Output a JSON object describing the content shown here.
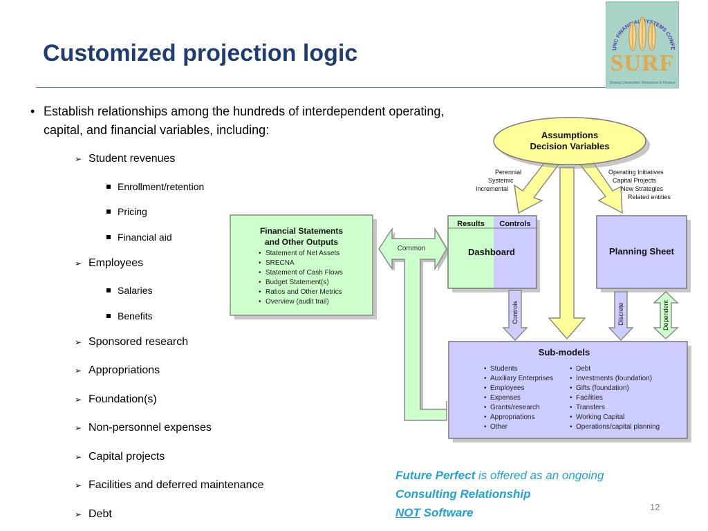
{
  "slide": {
    "title": "Customized projection logic",
    "page_number": "12"
  },
  "logo": {
    "arc_text": "UNC FINANCIAL SYSTEMS CONFERENCE",
    "word": "SURF",
    "tagline": "Sharing Universities' Resources in Finance"
  },
  "body": {
    "main_bullet_symbol": "•",
    "main_bullet": "Establish relationships among the hundreds of interdependent operating, capital, and financial variables, including:",
    "level2_symbol": "➢",
    "items": [
      "Student revenues",
      "Enrollment/retention",
      "Pricing",
      "Financial aid",
      "Employees",
      "Salaries",
      "Benefits",
      "Sponsored research",
      "Appropriations",
      "Foundation(s)",
      "Non-personnel expenses",
      "Capital projects",
      "Facilities and deferred maintenance",
      "Debt"
    ]
  },
  "diagram": {
    "assumptions_line1": "Assumptions",
    "assumptions_line2": "Decision Variables",
    "left_arrow_labels": [
      "Perennial",
      "Systemic",
      "Incremental"
    ],
    "right_arrow_labels": [
      "Operating Initiatives",
      "Capital Projects",
      "New Strategies",
      "Related entities"
    ],
    "financial_title_1": "Financial Statements",
    "financial_title_2": "and Other Outputs",
    "financial_items": [
      "Statement of Net Assets",
      "SRECNA",
      "Statement of Cash Flows",
      "Budget Statement(s)",
      "Ratios and Other Metrics",
      "Overview (audit trail)"
    ],
    "common_label": "Common",
    "results_label": "Results",
    "controls_label": "Controls",
    "dashboard_label": "Dashboard",
    "planning_label": "Planning Sheet",
    "controls_arrow_label": "Controls",
    "discrete_label": "Discrete",
    "dependent_label": "Dependent",
    "submodels_title": "Sub-models",
    "submodels_left": [
      "Students",
      "Auxiliary Enterprises",
      "Employees",
      "Expenses",
      "Grants/research",
      "Appropriations",
      "Other"
    ],
    "submodels_right": [
      "Debt",
      "Investments (foundation)",
      "Gifts (foundation)",
      "Facilities",
      "Transfers",
      "Working Capital",
      "Operations/capital planning"
    ],
    "colors": {
      "assumptions_fill": "#ffff99",
      "green_fill": "#ccffcc",
      "lavender_fill": "#ccccff",
      "arrow_yellow": "#ffff99"
    }
  },
  "note": {
    "line1_bold": "Future Perfect",
    "line1_rest": " is offered as an ongoing",
    "line2": "Consulting Relationship",
    "line3_underlined": "NOT",
    "line3_rest": " Software",
    "color": "#1fa2d8"
  }
}
